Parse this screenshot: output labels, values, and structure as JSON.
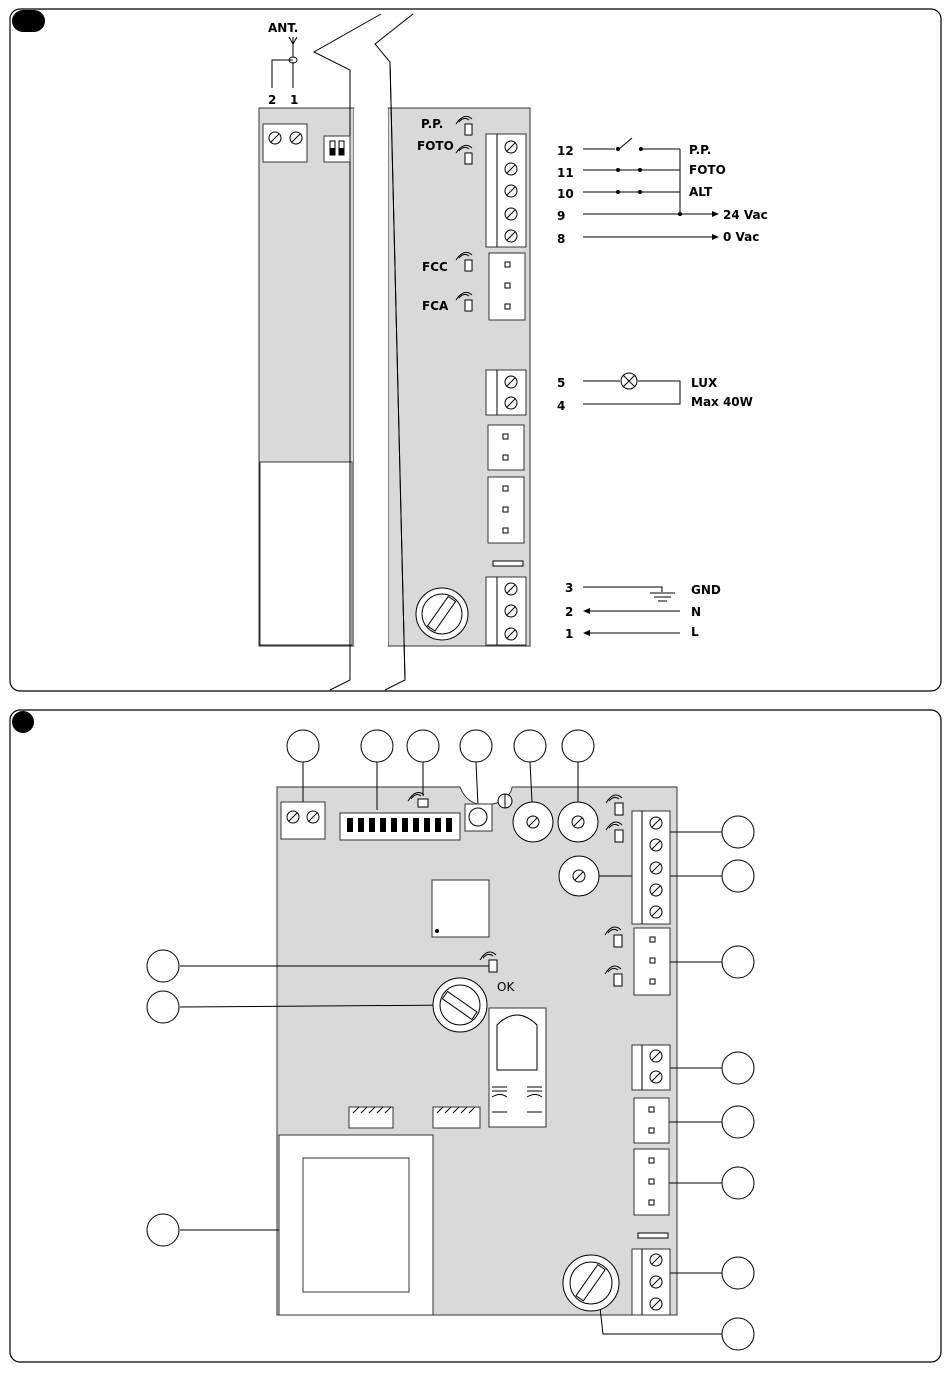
{
  "top_diagram": {
    "antenna_label": "ANT.",
    "antenna_terminals": [
      "2",
      "1"
    ],
    "led_labels": [
      "P.P.",
      "FOTO",
      "FCC",
      "FCA"
    ],
    "signal_wiring": [
      {
        "terminal": "12",
        "label": "P.P."
      },
      {
        "terminal": "11",
        "label": "FOTO"
      },
      {
        "terminal": "10",
        "label": "ALT"
      },
      {
        "terminal": "9",
        "label": "24 Vac"
      },
      {
        "terminal": "8",
        "label": "0 Vac"
      }
    ],
    "lamp_wiring": {
      "terminals": [
        "5",
        "4"
      ],
      "label": "LUX",
      "sublabel": "Max 40W"
    },
    "power_wiring": [
      {
        "terminal": "3",
        "label": "GND"
      },
      {
        "terminal": "2",
        "label": "N"
      },
      {
        "terminal": "1",
        "label": "L"
      }
    ]
  },
  "bottom_diagram": {
    "ok_label": "OK"
  }
}
